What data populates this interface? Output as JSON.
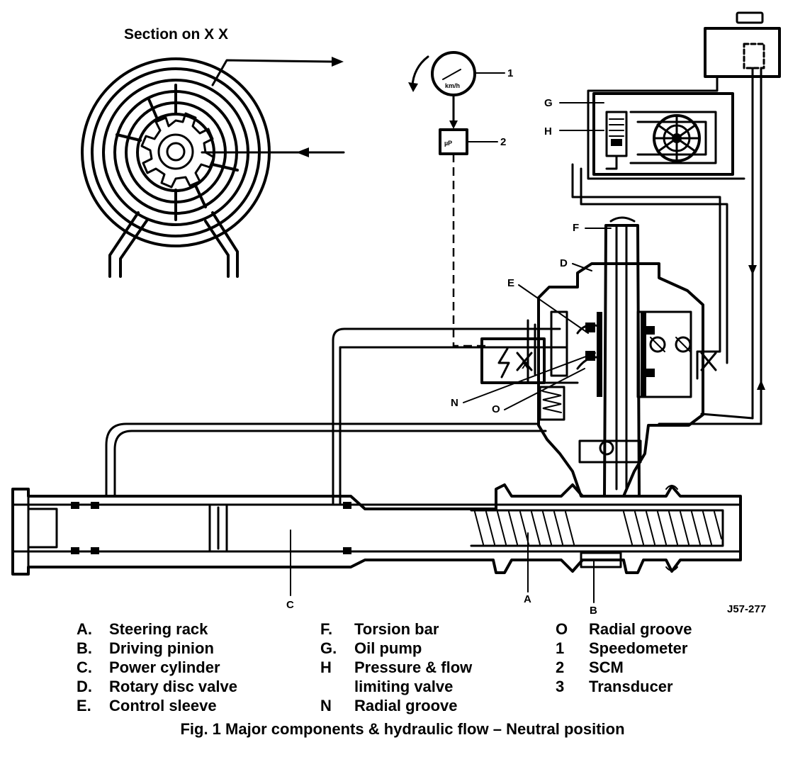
{
  "section_title": "Section on X X",
  "gauge_unit": "km/h",
  "scm_box_label": "µP",
  "section_marker": "X",
  "callouts": {
    "c1": "1",
    "c2": "2",
    "G": "G",
    "H": "H",
    "F": "F",
    "D": "D",
    "E": "E",
    "N": "N",
    "O": "O",
    "A": "A",
    "B": "B",
    "C": "C"
  },
  "ref_code": "J57-277",
  "legend": {
    "col1": [
      {
        "key": "A.",
        "text": "Steering rack"
      },
      {
        "key": "B.",
        "text": "Driving pinion"
      },
      {
        "key": "C.",
        "text": "Power cylinder"
      },
      {
        "key": "D.",
        "text": "Rotary disc valve"
      },
      {
        "key": "E.",
        "text": "Control sleeve"
      }
    ],
    "col2": [
      {
        "key": "F.",
        "text": "Torsion bar"
      },
      {
        "key": "G.",
        "text": "Oil pump"
      },
      {
        "key": "H",
        "text": "Pressure & flow"
      },
      {
        "key": "",
        "text": "limiting valve"
      },
      {
        "key": "N",
        "text": "Radial groove"
      }
    ],
    "col3": [
      {
        "key": "O",
        "text": "Radial groove"
      },
      {
        "key": "1",
        "text": "Speedometer"
      },
      {
        "key": "2",
        "text": "SCM"
      },
      {
        "key": "3",
        "text": "Transducer"
      }
    ]
  },
  "caption": "Fig. 1  Major components & hydraulic flow – Neutral position"
}
